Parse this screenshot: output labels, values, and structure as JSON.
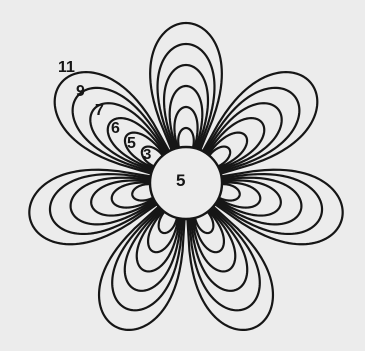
{
  "figure": {
    "center_label": "5",
    "ring_labels": [
      "11",
      "9",
      "7",
      "6",
      "5",
      "3"
    ],
    "petal_count": 7,
    "loops_per_petal": 6,
    "stroke_color": "#161616",
    "background_color": "#ececec"
  }
}
